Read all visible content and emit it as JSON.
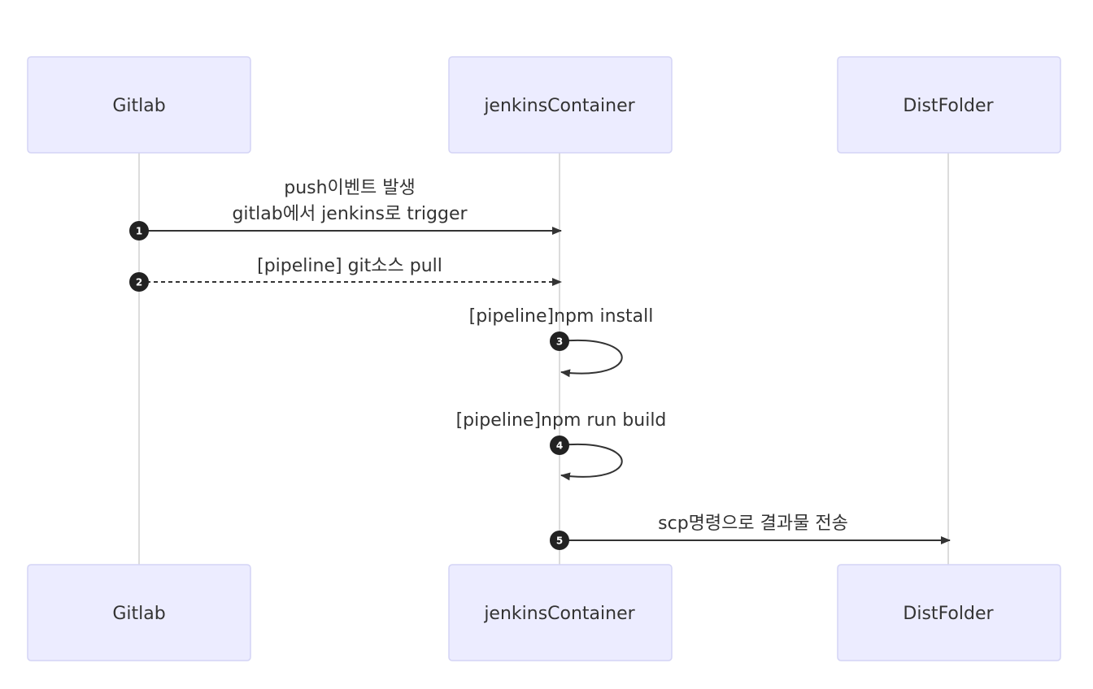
{
  "participants": [
    {
      "id": "gitlab",
      "label": "Gitlab"
    },
    {
      "id": "jenkins",
      "label": "jenkinsContainer"
    },
    {
      "id": "dist",
      "label": "DistFolder"
    }
  ],
  "messages": [
    {
      "number": "1",
      "from": "gitlab",
      "to": "jenkins",
      "style": "solid",
      "label_lines": [
        "push이벤트 발생",
        "gitlab에서 jenkins로 trigger"
      ]
    },
    {
      "number": "2",
      "from": "gitlab",
      "to": "jenkins",
      "style": "dashed",
      "label_lines": [
        "[pipeline] git소스 pull"
      ]
    },
    {
      "number": "3",
      "from": "jenkins",
      "to": "jenkins",
      "style": "solid",
      "label_lines": [
        "[pipeline]npm install"
      ]
    },
    {
      "number": "4",
      "from": "jenkins",
      "to": "jenkins",
      "style": "solid",
      "label_lines": [
        "[pipeline]npm run build"
      ]
    },
    {
      "number": "5",
      "from": "jenkins",
      "to": "dist",
      "style": "solid",
      "label_lines": [
        "scp명령으로 결과물 전송"
      ]
    }
  ],
  "colors": {
    "actor_fill": "#ececff",
    "actor_border": "#d4d4f5",
    "lifeline": "#d0d0d0",
    "message": "#333333",
    "number_badge": "#222222"
  }
}
